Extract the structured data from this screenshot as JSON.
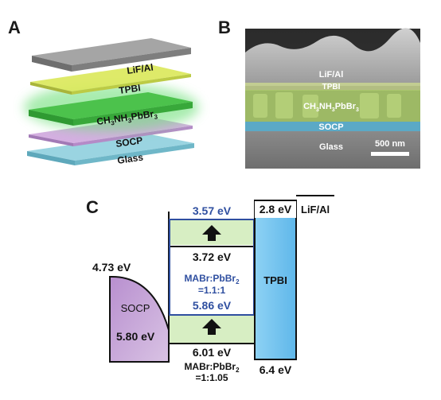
{
  "panels": {
    "a": "A",
    "b": "B",
    "c": "C"
  },
  "panel_a": {
    "layers": {
      "lif": "LiF/Al",
      "tpbi": "TPBI",
      "perov_main": "CH",
      "perov_sub1": "3",
      "perov_mid": "NH",
      "perov_sub2": "3",
      "perov_end": "PbBr",
      "perov_sub3": "3",
      "socp": "SOCP",
      "glass": "Glass"
    },
    "colors": {
      "lif": "#8c8c8c",
      "tpbi": "#d8e650",
      "perovskite": "#3fbf3f",
      "socp": "#c79ad6",
      "glass": "#7fc6d6"
    }
  },
  "panel_b": {
    "layers": {
      "lif": "LiF/Al",
      "tpbi": "TPBI",
      "perov_main": "CH",
      "perov_sub1": "3",
      "perov_mid": "NH",
      "perov_sub2": "3",
      "perov_end": "PbBr",
      "perov_sub3": "3",
      "socp": "SOCP",
      "glass": "Glass"
    },
    "scale_bar": "500 nm"
  },
  "panel_c": {
    "socp": {
      "name": "SOCP",
      "top": "4.73 eV",
      "bottom": "5.80 eV",
      "color": "#c7a3d6"
    },
    "tpbi": {
      "name": "TPBI",
      "top": "2.8 eV",
      "bottom": "6.4 eV",
      "color": "#76c6f0"
    },
    "electrode": "LiF/Al",
    "perov1": {
      "cb": "3.72 eV",
      "vb": "6.01 eV",
      "ratio_line1": "MABr:PbBr",
      "ratio_sub": "2",
      "ratio_line2": "=1:1.05"
    },
    "perov2": {
      "cb": "3.57 eV",
      "vb": "5.86 eV",
      "ratio_line1": "MABr:PbBr",
      "ratio_sub": "2",
      "ratio_line2": "=1.1:1",
      "color": "#2f4fa0"
    },
    "perov_fill": "#d6eec4"
  }
}
